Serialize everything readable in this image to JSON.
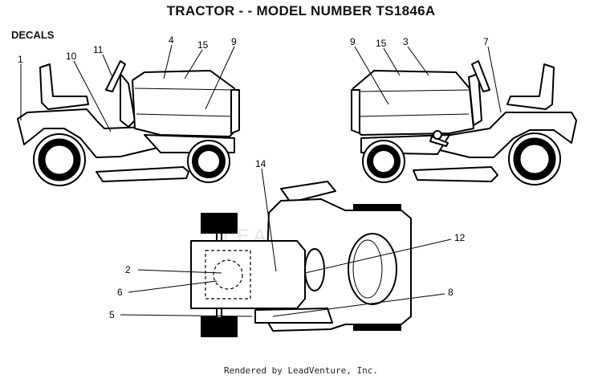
{
  "title": "TRACTOR - - MODEL NUMBER TS1846A",
  "subtitle": "DECALS",
  "watermark": "LEADVENTURE",
  "footer": "Rendered by LeadVenture, Inc.",
  "callouts": {
    "c1": "1",
    "c10": "10",
    "c11": "11",
    "c4": "4",
    "c15a": "15",
    "c9a": "9",
    "c9b": "9",
    "c15b": "15",
    "c3": "3",
    "c7": "7",
    "c14": "14",
    "c12": "12",
    "c2": "2",
    "c6": "6",
    "c5": "5",
    "c8": "8"
  }
}
